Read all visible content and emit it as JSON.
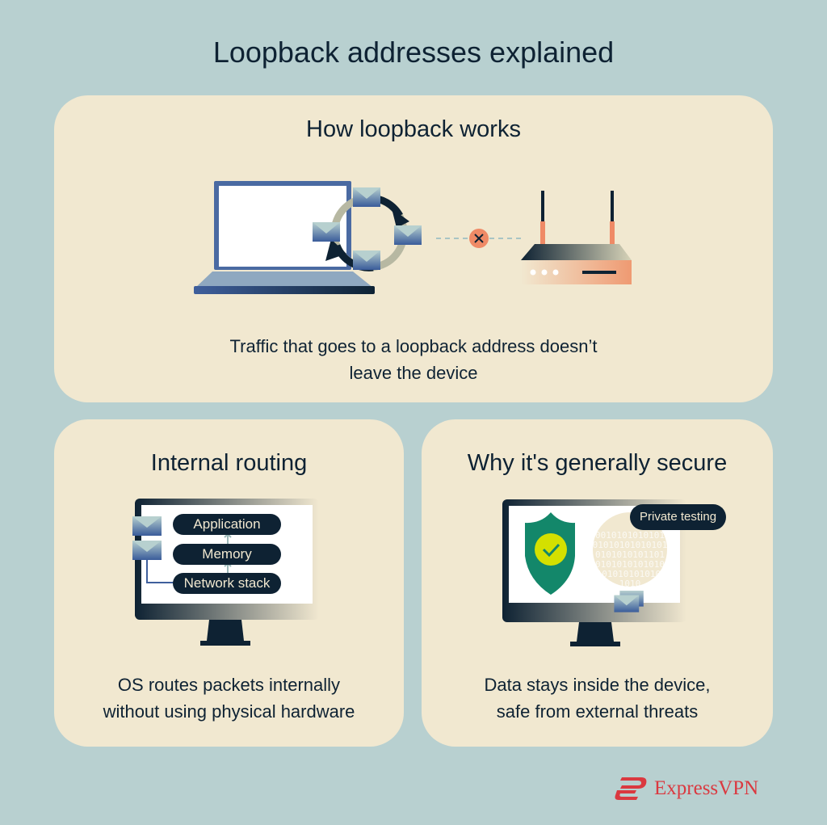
{
  "title": "Loopback addresses explained",
  "top_card": {
    "heading": "How loopback works",
    "caption_line1": "Traffic that goes to a loopback address doesn’t",
    "caption_line2": "leave the device",
    "icons": [
      "laptop-icon",
      "envelope-icon",
      "loop-arrows-icon",
      "blocked-x-icon",
      "router-icon"
    ]
  },
  "left_card": {
    "heading": "Internal routing",
    "stack": [
      "Application",
      "Memory",
      "Network stack"
    ],
    "caption_line1": "OS routes packets internally",
    "caption_line2": "without using physical hardware"
  },
  "right_card": {
    "heading": "Why it's generally secure",
    "bubble": "Private testing",
    "binary": [
      "0010101010101",
      "01010101010101",
      "0101010101101",
      "0101010101010",
      "010101010101010",
      "1010"
    ],
    "caption_line1": "Data stays inside the device,",
    "caption_line2": "safe from external threats"
  },
  "brand": {
    "name": "ExpressVPN",
    "color": "#da3940"
  },
  "colors": {
    "background": "#b8d0d0",
    "card": "#f1e8d0",
    "text": "#0e2233",
    "accent_orange": "#ef8a66",
    "shield": "#13876a",
    "check": "#d4e000"
  }
}
